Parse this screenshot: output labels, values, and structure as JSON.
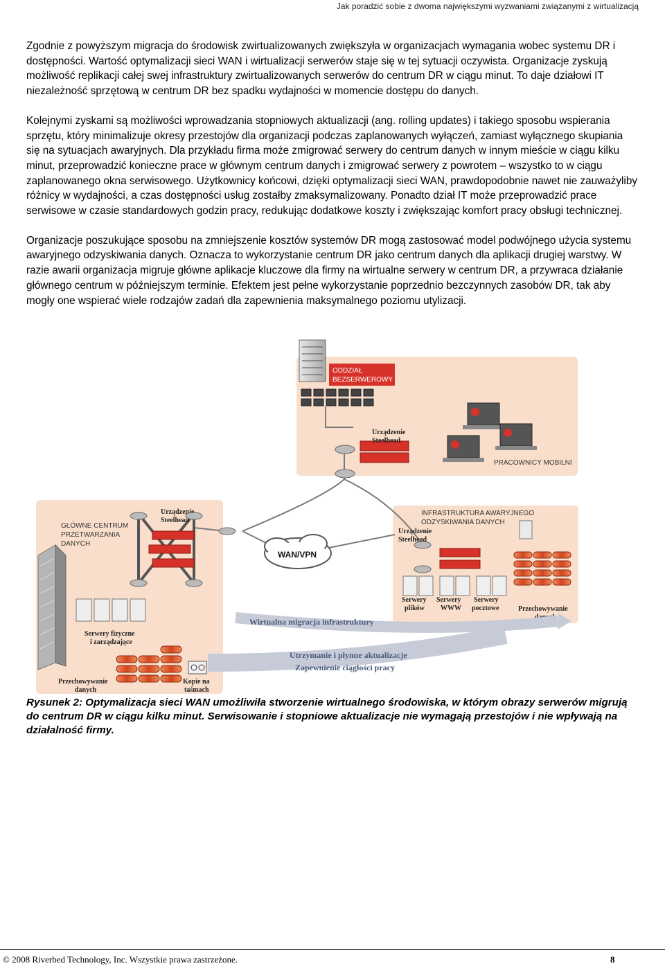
{
  "header": {
    "running_title": "Jak poradzić sobie z dwoma największymi wyzwaniami związanymi z wirtualizacją"
  },
  "body": {
    "paragraphs": [
      "Zgodnie z powyższym migracja do środowisk zwirtualizowanych zwiększyła w organizacjach wymagania wobec systemu DR i dostępności. Wartość optymalizacji sieci WAN i wirtualizacji serwerów staje się w tej sytuacji oczywista. Organizacje zyskują możliwość replikacji całej swej infrastruktury zwirtualizowanych serwerów do centrum DR w ciągu minut. To daje działowi IT niezależność sprzętową w centrum DR bez spadku wydajności w momencie dostępu do danych.",
      "Kolejnymi zyskami są możliwości wprowadzania stopniowych aktualizacji (ang. rolling updates) i takiego sposobu wspierania sprzętu, który minimalizuje okresy przestojów dla organizacji podczas zaplanowanych wyłączeń, zamiast wyłącznego skupiania się na sytuacjach awaryjnych. Dla przykładu firma może zmigrować serwery do centrum danych w innym mieście w ciągu kilku minut, przeprowadzić konieczne prace w głównym centrum danych i zmigrować serwery z powrotem – wszystko to w ciągu zaplanowanego okna serwisowego. Użytkownicy końcowi, dzięki optymalizacji sieci WAN, prawdopodobnie nawet nie zauważyliby różnicy w wydajności, a czas dostępności usług zostałby zmaksymalizowany. Ponadto dział IT może przeprowadzić prace serwisowe w czasie standardowych godzin pracy, redukując dodatkowe koszty i zwiększając komfort pracy obsługi technicznej.",
      "Organizacje poszukujące sposobu na zmniejszenie kosztów systemów DR mogą zastosować model podwójnego użycia systemu awaryjnego odzyskiwania danych. Oznacza to wykorzystanie centrum DR jako centrum danych dla aplikacji drugiej warstwy. W razie awarii organizacja migruje główne aplikacje kluczowe dla firmy na wirtualne serwery w centrum DR, a przywraca działanie głównego centrum w późniejszym terminie. Efektem jest pełne wykorzystanie poprzednio bezczynnych zasobów DR, tak aby mogły one wspierać wiele rodzajów zadań dla zapewnienia maksymalnego poziomu utylizacji."
    ]
  },
  "figure": {
    "branch_title_line1": "ODDZIAŁ",
    "branch_title_line2": "BEZSERWEROWY",
    "steelhead_top_line1": "Urządzenie",
    "steelhead_top_line2": "Steelhead",
    "mobile_workers": "PRACOWNICY MOBILNI",
    "main_dc_line1": "GŁÓWNE CENTRUM",
    "main_dc_line2": "PRZETWARZANIA",
    "main_dc_line3": "DANYCH",
    "steelhead_main_line1": "Urządzenie",
    "steelhead_main_line2": "Steelhead",
    "wan_label": "WAN/VPN",
    "dr_title_line1": "INFRASTRUKTURA AWARYJNEGO",
    "dr_title_line2": "ODZYSKIWANIA DANYCH",
    "steelhead_dr_line1": "Urządzenie",
    "steelhead_dr_line2": "Steelhead",
    "file_servers_line1": "Serwery",
    "file_servers_line2": "plików",
    "www_servers_line1": "Serwery",
    "www_servers_line2": "WWW",
    "mail_servers_line1": "Serwery",
    "mail_servers_line2": "pocztowe",
    "dr_storage_line1": "Przechowywanie",
    "dr_storage_line2": "danych",
    "physical_servers_line1": "Serwery fizyczne",
    "physical_servers_line2": "i zarządzające",
    "main_storage_line1": "Przechowywanie",
    "main_storage_line2": "danych",
    "tape_line1": "Kopie na",
    "tape_line2": "taśmach",
    "virtual_migration": "Wirtualna migracja infrastruktury",
    "uptime_line1": "Utrzymanie i płynne aktualizacje",
    "uptime_line2": "Zapewnienie ciągłości pracy"
  },
  "caption": "Rysunek 2: Optymalizacja sieci WAN umożliwiła stworzenie wirtualnego środowiska, w którym obrazy serwerów migrują do centrum DR w ciągu kilku minut. Serwisowanie i stopniowe aktualizacje nie wymagają przestojów i nie wpływają na działalność firmy.",
  "footer": {
    "copyright": "© 2008 Riverbed Technology, Inc. Wszystkie prawa zastrzeżone.",
    "page_number": "8"
  },
  "colors": {
    "panel_fill": "#f9dfcb",
    "accent_red": "#d7322a",
    "network_line": "#7a7a7a"
  },
  "icons": [
    "server-rack-icon",
    "workstation-icon",
    "router-icon",
    "steelhead-appliance-icon",
    "laptop-icon",
    "skyscraper-icon",
    "wan-cloud-icon",
    "storage-disk-icon",
    "tape-icon"
  ]
}
